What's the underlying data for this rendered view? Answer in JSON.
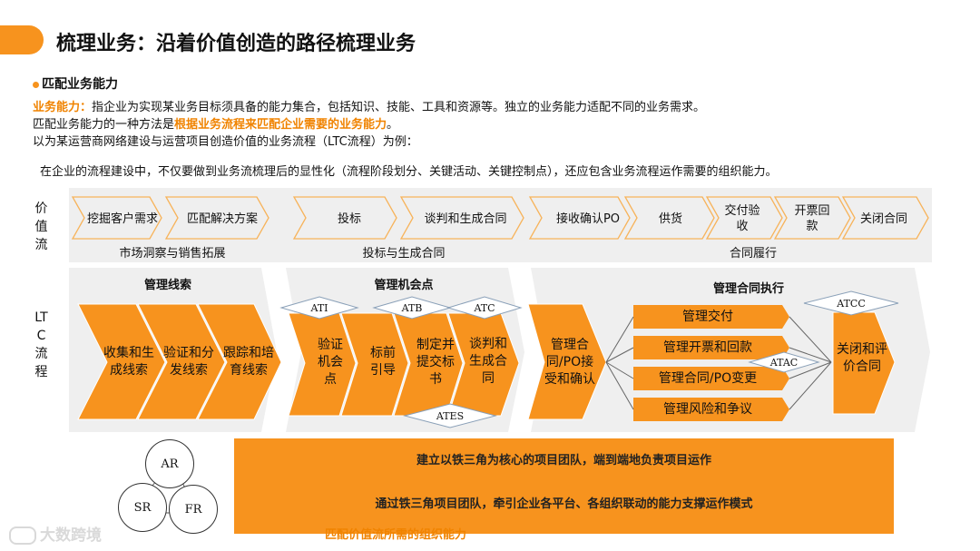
{
  "title": "梳理业务：沿着价值创造的路径梳理业务",
  "section_heading": "匹配业务能力",
  "intro": {
    "line1_prefix": "业务能力：",
    "line1_text": "指企业为实现某业务目标须具备的能力集合，包括知识、技能、工具和资源等。独立的业务能力适配不同的业务需求。",
    "line2_text": "匹配业务能力的一种方法是",
    "line2_highlight": "根据业务流程来匹配企业需要的业务能力",
    "line2_end": "。",
    "line3_text": "以为某运营商网络建设与运营项目创造价值的业务流程（LTC流程）为例："
  },
  "note": "在企业的流程建设中，不仅要做到业务流梳理后的显性化（流程阶段划分、关键活动、关键控制点），还应包含业务流程运作需要的组织能力。",
  "value_stream": {
    "label": "价值流",
    "steps": [
      "挖掘客户需求",
      "匹配解决方案",
      "投标",
      "谈判和生成合同",
      "接收确认PO",
      "供货",
      "交付验收",
      "开票回款",
      "关闭合同"
    ],
    "stages": [
      "市场洞察与销售拓展",
      "投标与生成合同",
      "合同履行"
    ]
  },
  "ltc": {
    "label": "LTC流程",
    "panel1_title": "管理线索",
    "panel1_steps": [
      "收集和生成线索",
      "验证和分发线索",
      "跟踪和培育线索"
    ],
    "panel2_title": "管理机会点",
    "panel2_steps": [
      "验证机会点",
      "标前引导",
      "制定并提交标书",
      "谈判和生成合同"
    ],
    "panel2_checkpoints": [
      "ATI",
      "ATB",
      "ATC",
      "ATES"
    ],
    "panel3_title": "管理合同执行",
    "panel3_start": "管理合同/PO接受和确认",
    "panel3_bars": [
      "管理交付",
      "管理开票和回款",
      "管理合同/PO变更",
      "管理风险和争议"
    ],
    "panel3_end": "关闭和评价合同",
    "panel3_checkpoints": [
      "ATCC",
      "ATAC"
    ]
  },
  "triangle": {
    "nodes": [
      "AR",
      "SR",
      "FR"
    ]
  },
  "org": {
    "line1": "建立以铁三角为核心的项目团队，端到端地负责项目运作",
    "line2": "通过铁三角项目团队，牵引企业各平台、各组织联动的能力支撑运作模式"
  },
  "footer": "匹配价值流所需的组织能力",
  "watermark": "大数跨境",
  "colors": {
    "accent": "#f7931e",
    "highlight_text": "#f08300",
    "panel_bg": "#efefef"
  }
}
